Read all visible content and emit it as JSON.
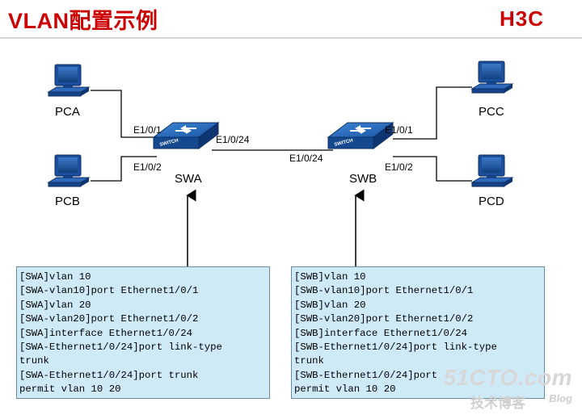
{
  "slide": {
    "title": "VLAN配置示例",
    "brand": "H3C"
  },
  "nodes": {
    "pca": "PCA",
    "pcb": "PCB",
    "pcc": "PCC",
    "pcd": "PCD",
    "swa": "SWA",
    "swb": "SWB"
  },
  "ports": {
    "swa_e1": "E1/0/1",
    "swa_e2": "E1/0/2",
    "swa_e24": "E1/0/24",
    "swb_e24": "E1/0/24",
    "swb_e1": "E1/0/1",
    "swb_e2": "E1/0/2"
  },
  "switch_badge": "SWITCH",
  "config_swa": [
    "[SWA]vlan 10",
    "[SWA-vlan10]port Ethernet1/0/1",
    "[SWA]vlan 20",
    "[SWA-vlan20]port Ethernet1/0/2",
    "[SWA]interface Ethernet1/0/24",
    "[SWA-Ethernet1/0/24]port link-type",
    "trunk",
    "[SWA-Ethernet1/0/24]port trunk",
    "permit vlan 10 20"
  ],
  "config_swb": [
    "[SWB]vlan 10",
    "[SWB-vlan10]port Ethernet1/0/1",
    "[SWB]vlan 20",
    "[SWB-vlan20]port Ethernet1/0/2",
    "[SWB]interface Ethernet1/0/24",
    "[SWB-Ethernet1/0/24]port link-type",
    "trunk",
    "[SWB-Ethernet1/0/24]port",
    "permit vlan 10 20"
  ],
  "watermark": {
    "site": "51CTO.com",
    "sub": "技术博客",
    "blog": "Blog"
  },
  "colors": {
    "title": "#cc0000",
    "config_bg": "#cfeaf7",
    "switch_blue": "#1d5fae",
    "pc_blue": "#1a4f9c"
  }
}
